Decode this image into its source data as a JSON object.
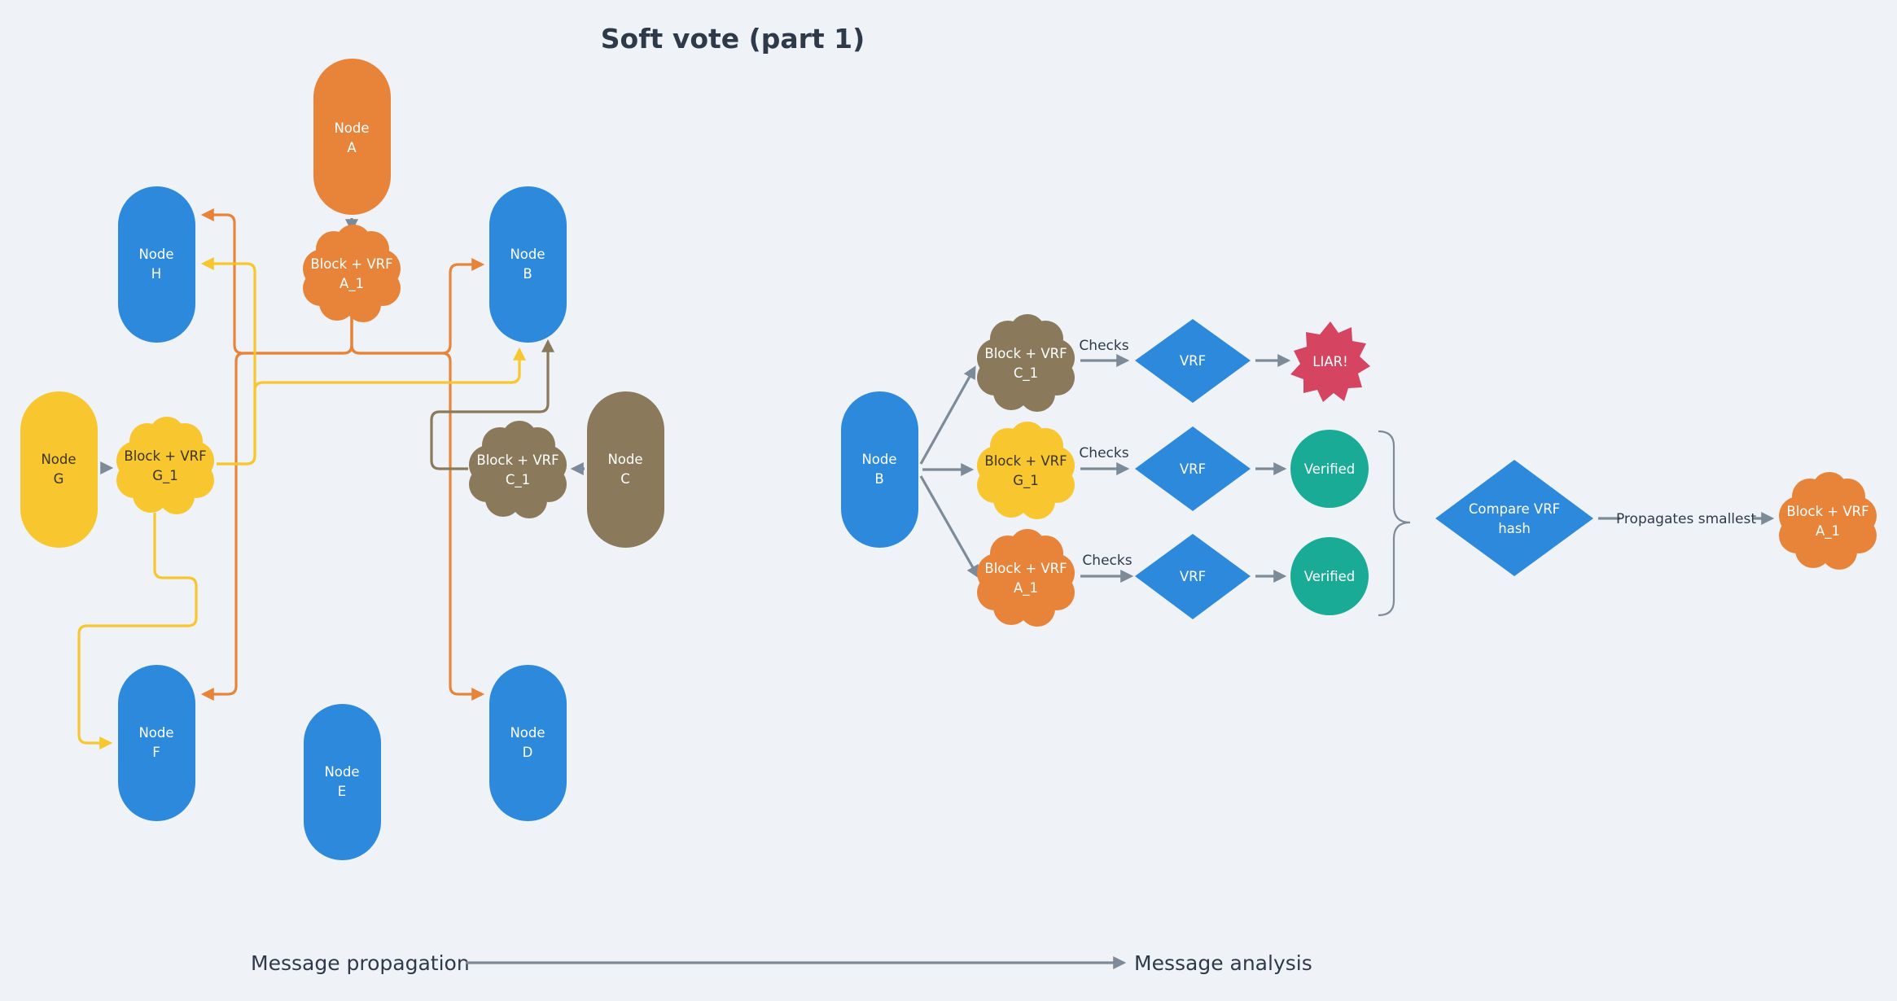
{
  "title": "Soft vote (part 1)",
  "colors": {
    "blue": "#2d89dc",
    "orange": "#e8843a",
    "yellow": "#f8c62e",
    "brown": "#8a795a",
    "teal": "#1aab97",
    "red": "#d54461",
    "gray": "#7d8a97"
  },
  "propagation": {
    "node_a": {
      "line1": "Node",
      "line2": "A"
    },
    "node_b": {
      "line1": "Node",
      "line2": "B"
    },
    "node_c": {
      "line1": "Node",
      "line2": "C"
    },
    "node_d": {
      "line1": "Node",
      "line2": "D"
    },
    "node_e": {
      "line1": "Node",
      "line2": "E"
    },
    "node_f": {
      "line1": "Node",
      "line2": "F"
    },
    "node_g": {
      "line1": "Node",
      "line2": "G"
    },
    "node_h": {
      "line1": "Node",
      "line2": "H"
    },
    "msg_a1": {
      "line1": "Block + VRF",
      "line2": "A_1"
    },
    "msg_c1": {
      "line1": "Block + VRF",
      "line2": "C_1"
    },
    "msg_g1": {
      "line1": "Block + VRF",
      "line2": "G_1"
    }
  },
  "analysis": {
    "node_b": {
      "line1": "Node",
      "line2": "B"
    },
    "rows": [
      {
        "msg_line1": "Block + VRF",
        "msg_line2": "C_1",
        "check": "Checks",
        "vrf": "VRF",
        "result": "LIAR!"
      },
      {
        "msg_line1": "Block + VRF",
        "msg_line2": "G_1",
        "check": "Checks",
        "vrf": "VRF",
        "result": "Verified"
      },
      {
        "msg_line1": "Block + VRF",
        "msg_line2": "A_1",
        "check": "Checks",
        "vrf": "VRF",
        "result": "Verified"
      }
    ],
    "compare": {
      "line1": "Compare VRF",
      "line2": "hash"
    },
    "propagates": "Propagates smallest",
    "final": {
      "line1": "Block + VRF",
      "line2": "A_1"
    }
  },
  "footer": {
    "left": "Message propagation",
    "right": "Message analysis"
  }
}
